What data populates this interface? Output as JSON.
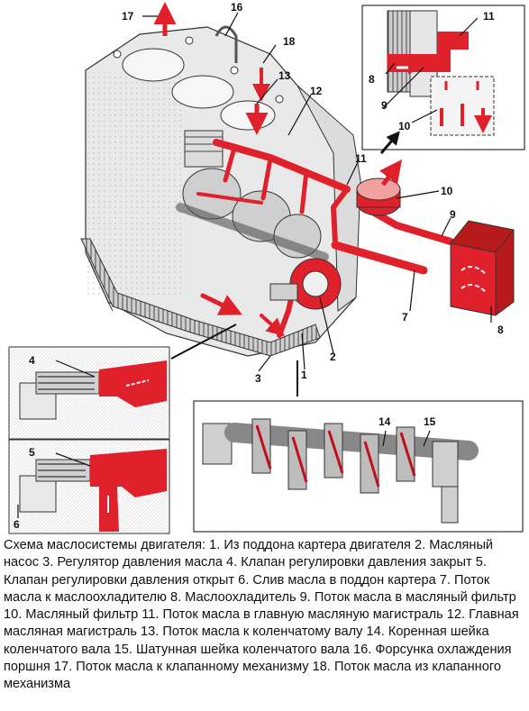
{
  "labels": {
    "n1": "1",
    "n2": "2",
    "n3": "3",
    "n4": "4",
    "n5": "5",
    "n6": "6",
    "n7": "7",
    "n8": "8",
    "n9": "9",
    "n10": "10",
    "n11": "11",
    "n12": "12",
    "n13": "13",
    "n14": "14",
    "n15": "15",
    "n16": "16",
    "n17": "17",
    "n18": "18",
    "inset_n8": "8",
    "inset_n9": "9",
    "inset_n10": "10",
    "inset_n11": "11"
  },
  "caption": "Схема маслосистемы двигателя: 1. Из поддона картера двигателя 2. Масляный насос 3. Регулятор давления масла 4. Клапан регулировки давления закрыт 5. Клапан регулировки давления открыт 6. Слив масла в поддон картера 7. Поток масла к маслоохладителю 8. Маслоохладитель 9. Поток масла в масляный фильтр 10. Масляный фильтр 11. Поток масла в главную масляную магистраль 12. Главная масляная магистраль 13. Поток масла к коленчатому валу 14. Коренная шейка коленчатого вала 15. Шатунная шейка коленчатого вала 16. Форсунка охлаждения поршня 17. Поток масла к клапанному механизму 18. Поток масла из клапанного механизма",
  "colors": {
    "oil": "#e0202a",
    "metal": "#d8d8d8",
    "outline": "#333333"
  }
}
